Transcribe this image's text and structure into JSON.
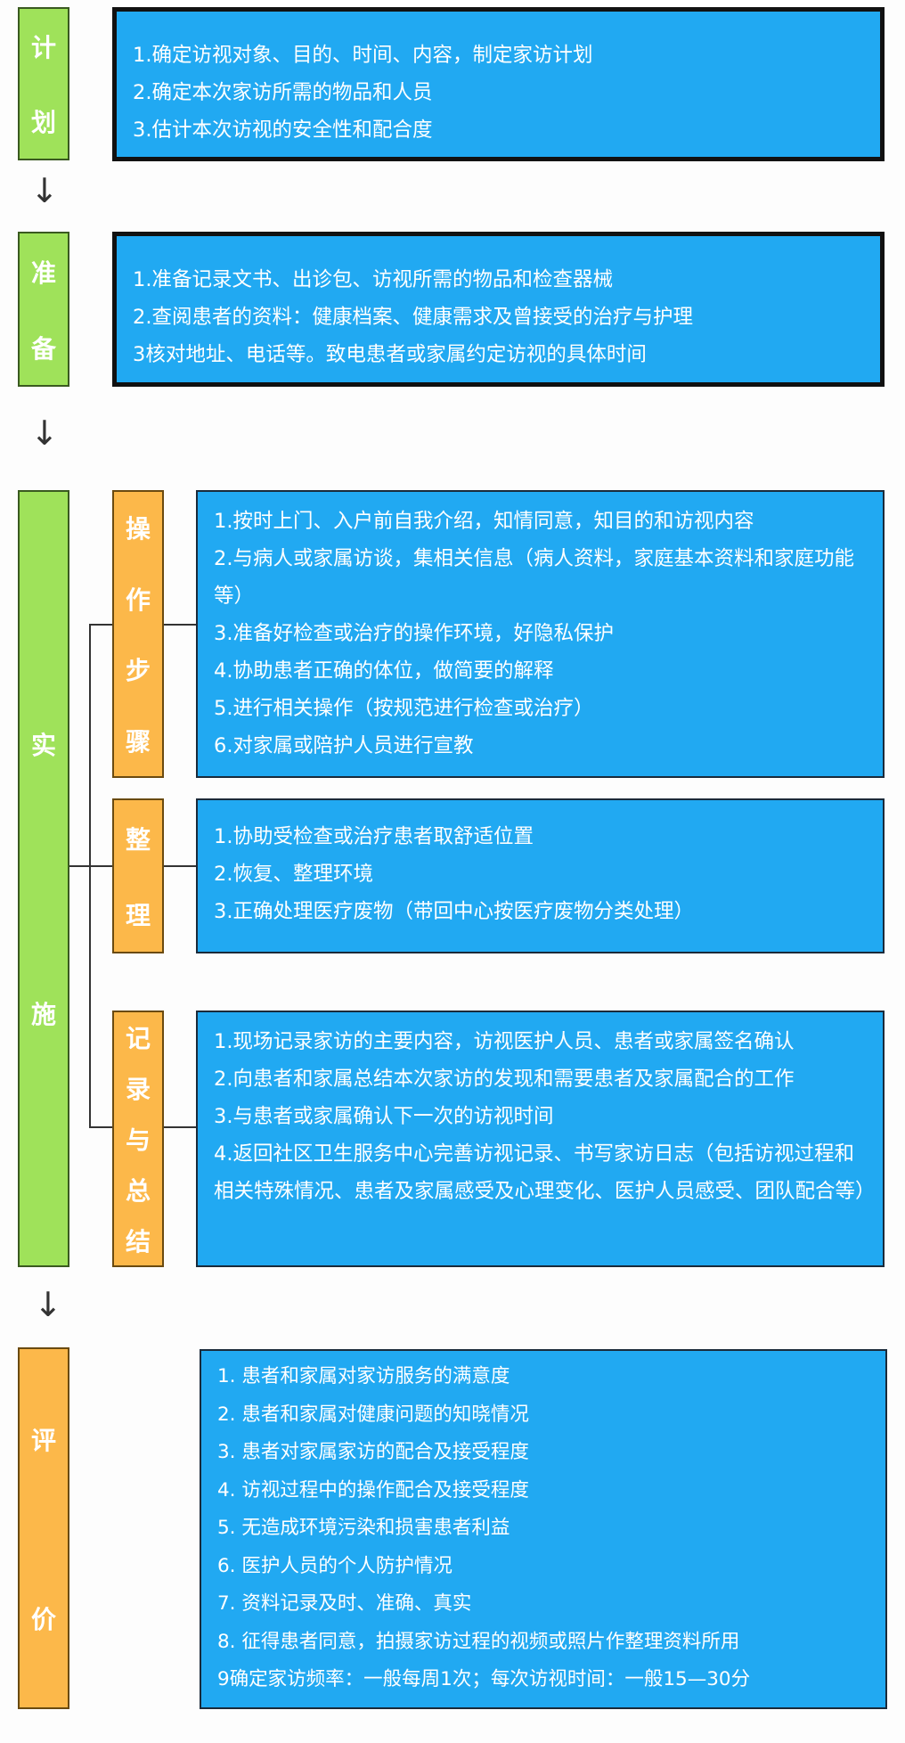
{
  "stages": {
    "plan": {
      "chars": [
        "计",
        "划"
      ]
    },
    "prepare": {
      "chars": [
        "准",
        "备"
      ]
    },
    "implement": {
      "chars": [
        "实",
        "施"
      ]
    },
    "evaluate": {
      "chars": [
        "评",
        "价"
      ]
    }
  },
  "arrow_glyph": "↓",
  "substages": {
    "operation": {
      "chars": [
        "操",
        "作",
        "步",
        "骤"
      ]
    },
    "organize": {
      "chars": [
        "整",
        "理"
      ]
    },
    "record": {
      "chars": [
        "记",
        "录",
        "与",
        "总",
        "结"
      ]
    }
  },
  "panels": {
    "plan": [
      "1.确定访视对象、目的、时间、内容，制定家访计划",
      "2.确定本次家访所需的物品和人员",
      "3.估计本次访视的安全性和配合度"
    ],
    "prepare": [
      "1.准备记录文书、出诊包、访视所需的物品和检查器械",
      "2.查阅患者的资料：健康档案、健康需求及曾接受的治疗与护理",
      "3核对地址、电话等。致电患者或家属约定访视的具体时间"
    ],
    "operation": [
      "1.按时上门、入户前自我介绍，知情同意，知目的和访视内容",
      "2.与病人或家属访谈，集相关信息（病人资料，家庭基本资料和家庭功能等）",
      "3.准备好检查或治疗的操作环境，好隐私保护",
      "4.协助患者正确的体位，做简要的解释",
      "5.进行相关操作（按规范进行检查或治疗）",
      "6.对家属或陪护人员进行宣教"
    ],
    "organize": [
      "1.协助受检查或治疗患者取舒适位置",
      "2.恢复、整理环境",
      "3.正确处理医疗废物（带回中心按医疗废物分类处理）"
    ],
    "record": [
      "1.现场记录家访的主要内容，访视医护人员、患者或家属签名确认",
      "2.向患者和家属总结本次家访的发现和需要患者及家属配合的工作",
      "3.与患者或家属确认下一次的访视时间",
      "4.返回社区卫生服务中心完善访视记录、书写家访日志（包括访视过程和相关特殊情况、患者及家属感受及心理变化、医护人员感受、团队配合等）"
    ],
    "evaluate": [
      "1. 患者和家属对家访服务的满意度",
      "2. 患者和家属对健康问题的知晓情况",
      "3. 患者对家属家访的配合及接受程度",
      "4. 访视过程中的操作配合及接受程度",
      "5. 无造成环境污染和损害患者利益",
      "6. 医护人员的个人防护情况",
      "7. 资料记录及时、准确、真实",
      "8. 征得患者同意，拍摄家访过程的视频或照片作整理资料所用",
      "9确定家访频率：一般每周1次；每次访视时间：一般15—30分"
    ]
  },
  "colors": {
    "stage_green": "#9fe25a",
    "stage_orange": "#fcb84a",
    "panel_blue": "#21a9f2"
  }
}
